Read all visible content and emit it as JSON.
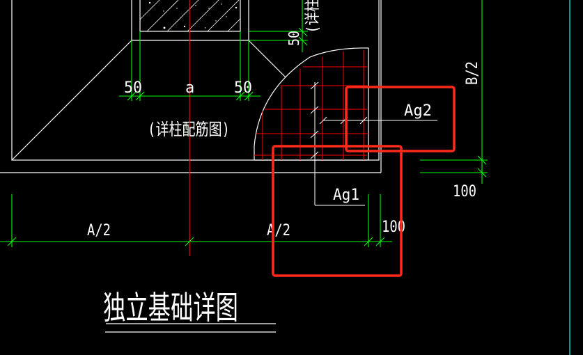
{
  "drawing": {
    "title": "独立基础详图",
    "column_note": "(详柱配筋图)",
    "column_note_vertical": "(详柱",
    "dim_column_width": "a",
    "dim_left_offset": "50",
    "dim_right_offset": "50",
    "dim_top_offset": "50",
    "dim_half_width_left": "A/2",
    "dim_half_width_right": "A/2",
    "dim_half_depth": "B/2",
    "dim_cover_bottom": "100",
    "dim_cover_right": "100",
    "rebar_label_1": "Ag1",
    "rebar_label_2": "Ag2"
  },
  "colors": {
    "background": "#000000",
    "outline": "#ffffff",
    "dimension": "#00ff00",
    "rebar": "#ff0000",
    "centerline": "#ff0000",
    "highlight": "#ff2a1a",
    "border": "#00ffff"
  }
}
